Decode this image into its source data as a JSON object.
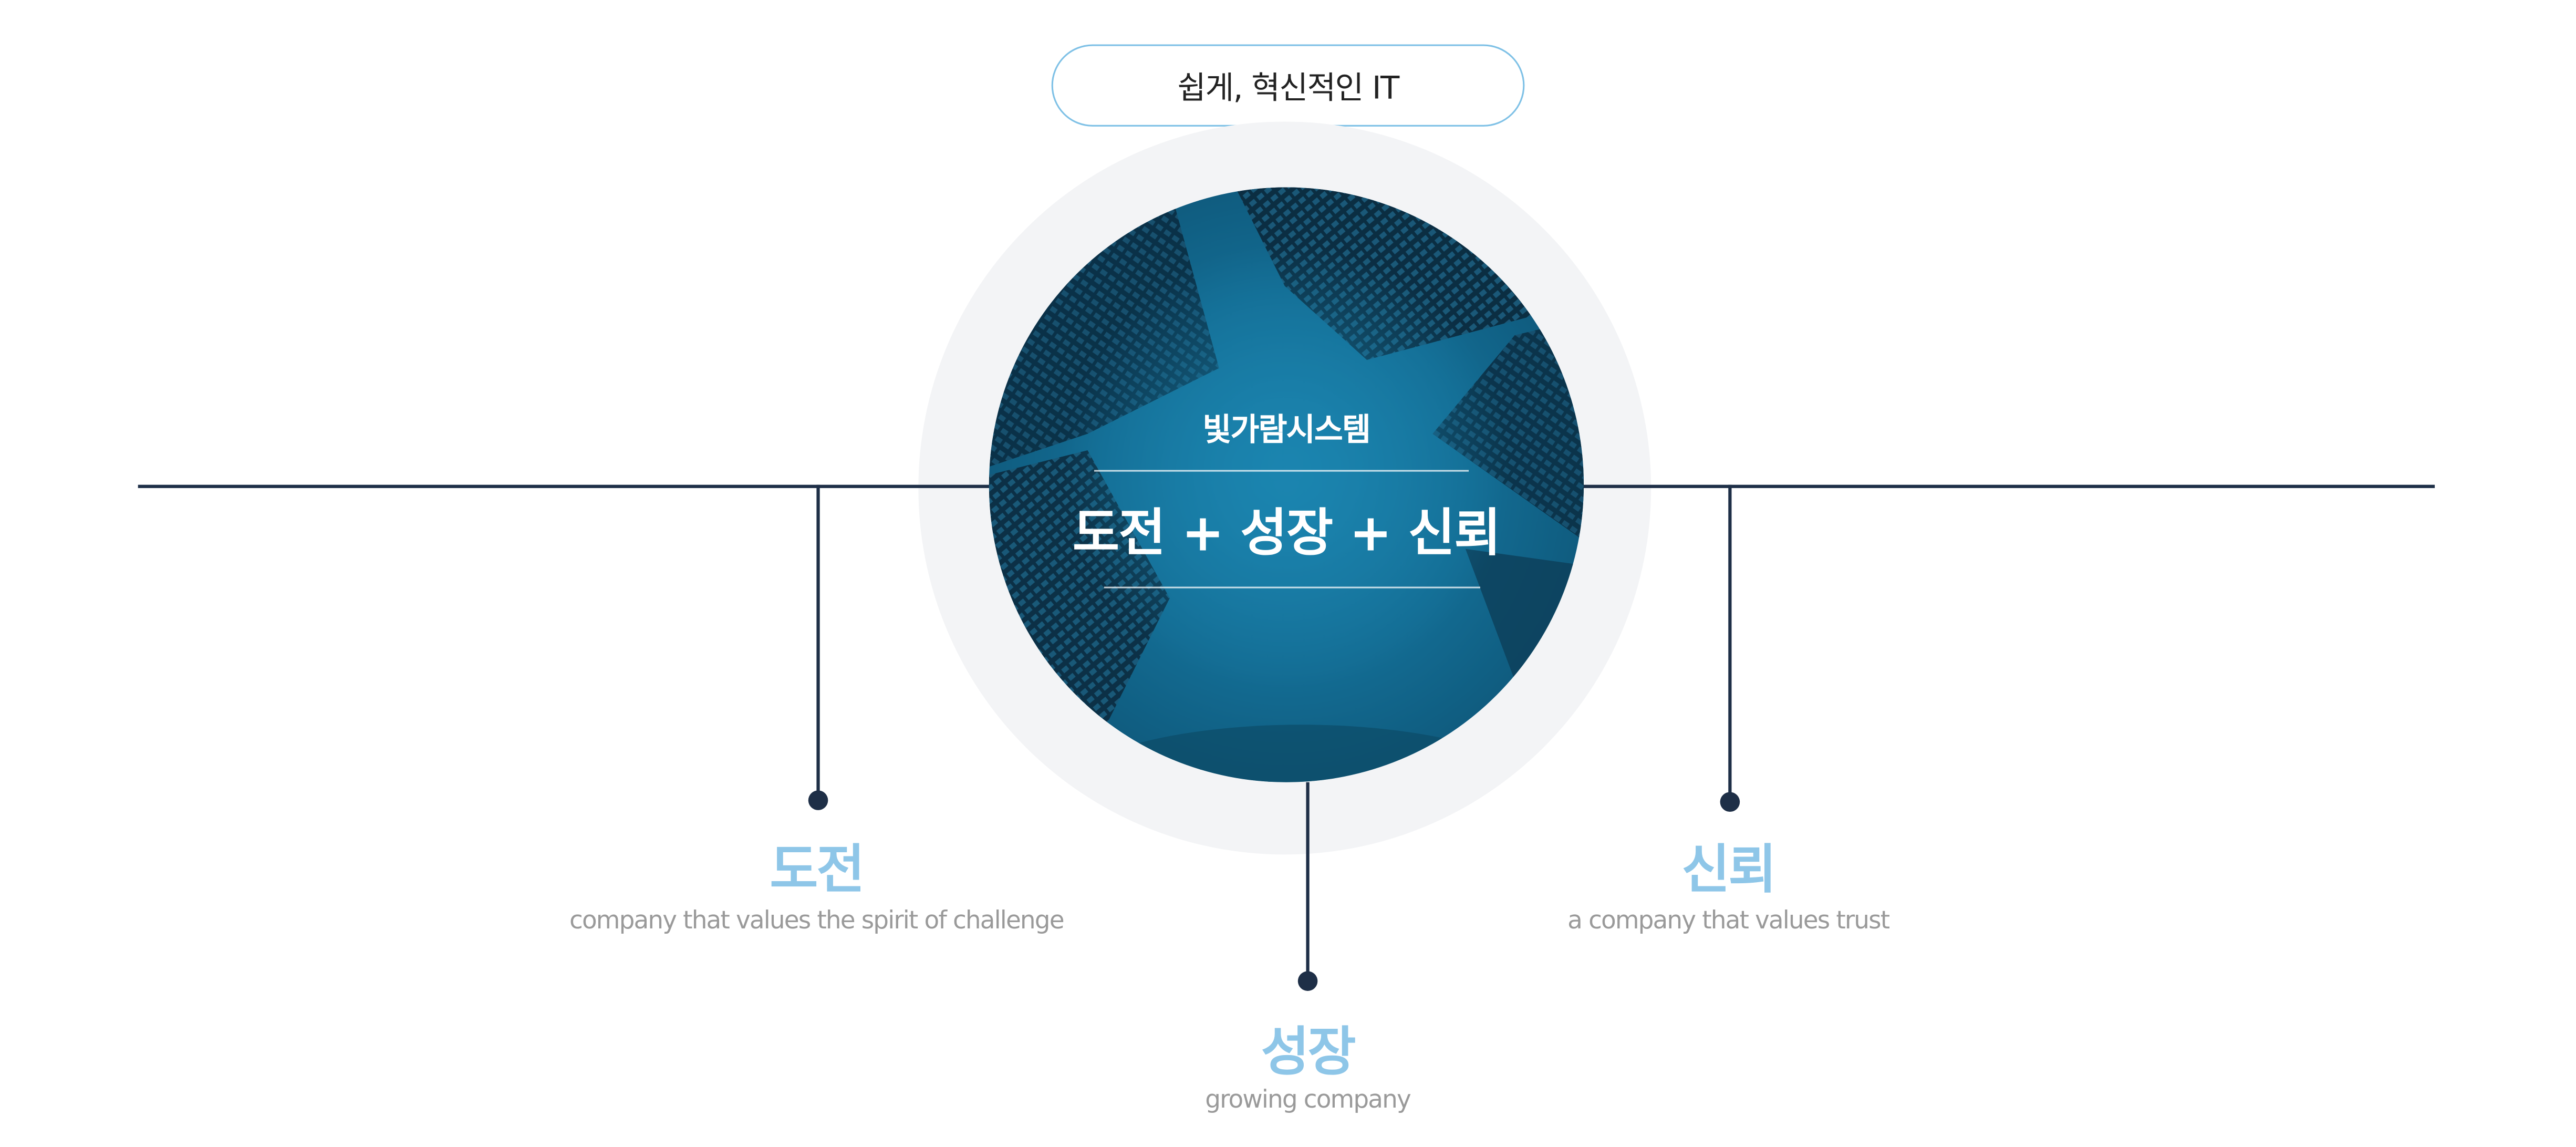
{
  "header": {
    "badge_text": "쉽게, 혁신적인 IT"
  },
  "center": {
    "company_name": "빛가람시스템",
    "values_formula": "도전 + 성장 + 신뢰"
  },
  "values": [
    {
      "title": "도전",
      "description": "company that values the spirit of challenge"
    },
    {
      "title": "성장",
      "description": "growing company"
    },
    {
      "title": "신뢰",
      "description": "a company that values trust"
    }
  ],
  "colors": {
    "line": "#1e2f47",
    "accent_text": "#8ec6e8",
    "badge_border": "#7fc1e6",
    "circle_base": "#136c93",
    "halo": "#f3f4f6",
    "subtext": "#9a9a9a"
  }
}
